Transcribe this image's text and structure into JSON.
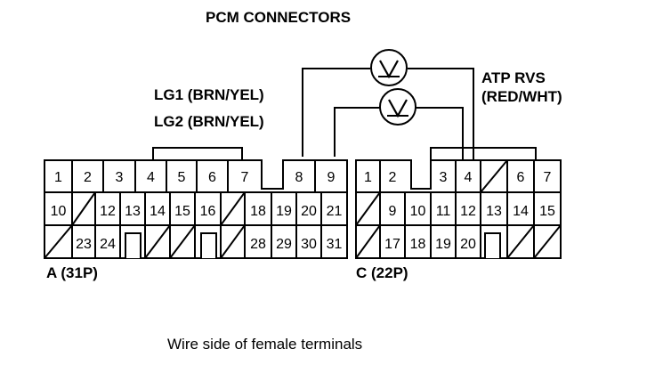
{
  "title": "PCM CONNECTORS",
  "labels": {
    "lg1": "LG1 (BRN/YEL)",
    "lg2": "LG2 (BRN/YEL)",
    "atp_line1": "ATP RVS",
    "atp_line2": "(RED/WHT)",
    "connector_a": "A (31P)",
    "connector_c": "C (22P)"
  },
  "caption": "Wire side of female terminals",
  "connector_a": {
    "rows": [
      [
        "1",
        "2",
        "3",
        "4",
        "5",
        "6",
        "7",
        "",
        "",
        "8",
        "9"
      ],
      [
        "10",
        "",
        "12",
        "13",
        "14",
        "15",
        "16",
        "",
        "18",
        "19",
        "20",
        "21"
      ],
      [
        "",
        "23",
        "24",
        "",
        "",
        "",
        "",
        "",
        "28",
        "29",
        "30",
        "31"
      ]
    ]
  },
  "connector_c": {
    "rows": [
      [
        "1",
        "2",
        "",
        "3",
        "4",
        "",
        "6",
        "7"
      ],
      [
        "",
        "9",
        "10",
        "11",
        "12",
        "13",
        "14",
        "15"
      ],
      [
        "",
        "17",
        "18",
        "19",
        "20",
        "",
        "",
        ""
      ]
    ]
  },
  "meter_icon": "voltmeter-icon"
}
